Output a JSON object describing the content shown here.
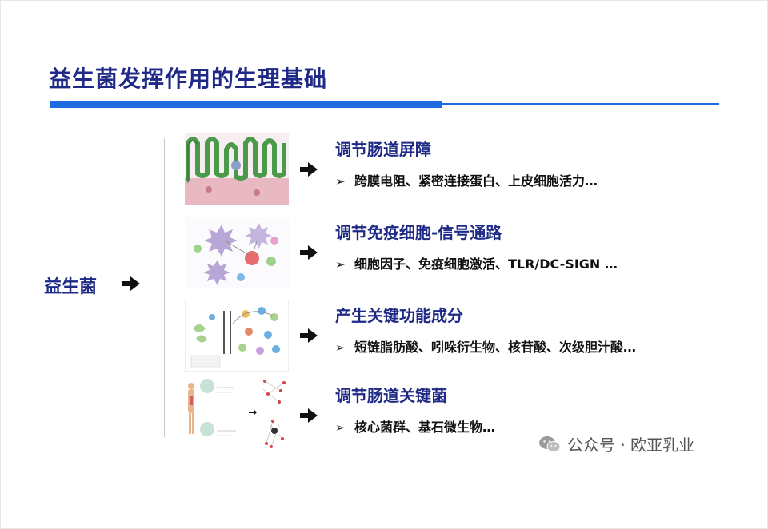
{
  "title": "益生菌发挥作用的生理基础",
  "left_label": "益生菌",
  "bullet": "➢",
  "rows": [
    {
      "heading": "调节肠道屏障",
      "detail": "跨膜电阻、紧密连接蛋白、上皮细胞活力…",
      "image": "intestinal-villi-diagram"
    },
    {
      "heading": "调节免疫细胞-信号通路",
      "detail": "细胞因子、免疫细胞激活、TLR/DC-SIGN …",
      "image": "immune-cell-diagram"
    },
    {
      "heading": "产生关键功能成分",
      "detail": "短链脂肪酸、吲哚衍生物、核苷酸、次级胆汁酸…",
      "image": "metabolite-pathway-diagram"
    },
    {
      "heading": "调节肠道关键菌",
      "detail": "核心菌群、基石微生物…",
      "image": "microbiome-network-diagram"
    }
  ],
  "watermark": "公众号 · 欧亚乳业",
  "colors": {
    "title": "#1f2a86",
    "accent": "#1e6be0"
  }
}
